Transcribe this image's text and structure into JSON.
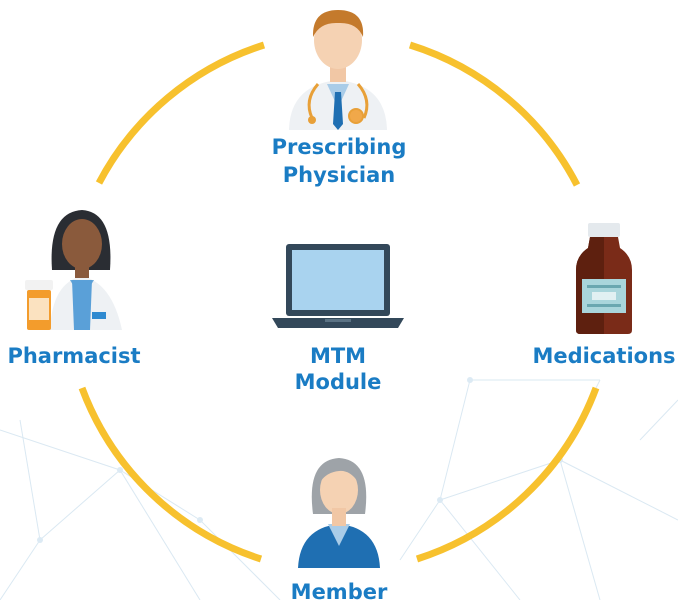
{
  "colors": {
    "label": "#1a7cc4",
    "ring": "#f7c12e",
    "network": "#d6e6f1",
    "laptop_frame": "#33485a",
    "laptop_screen": "#a9d3ef"
  },
  "nodes": {
    "physician": {
      "line1": "Prescribing",
      "line2": "Physician",
      "icon": "doctor-icon"
    },
    "pharmacist": {
      "line1": "Pharmacist",
      "icon": "pharmacist-icon"
    },
    "medications": {
      "line1": "Medications",
      "icon": "medicine-bottle-icon"
    },
    "member": {
      "line1": "Member",
      "icon": "member-icon"
    },
    "center": {
      "line1": "MTM",
      "line2": "Module",
      "icon": "laptop-icon"
    }
  }
}
